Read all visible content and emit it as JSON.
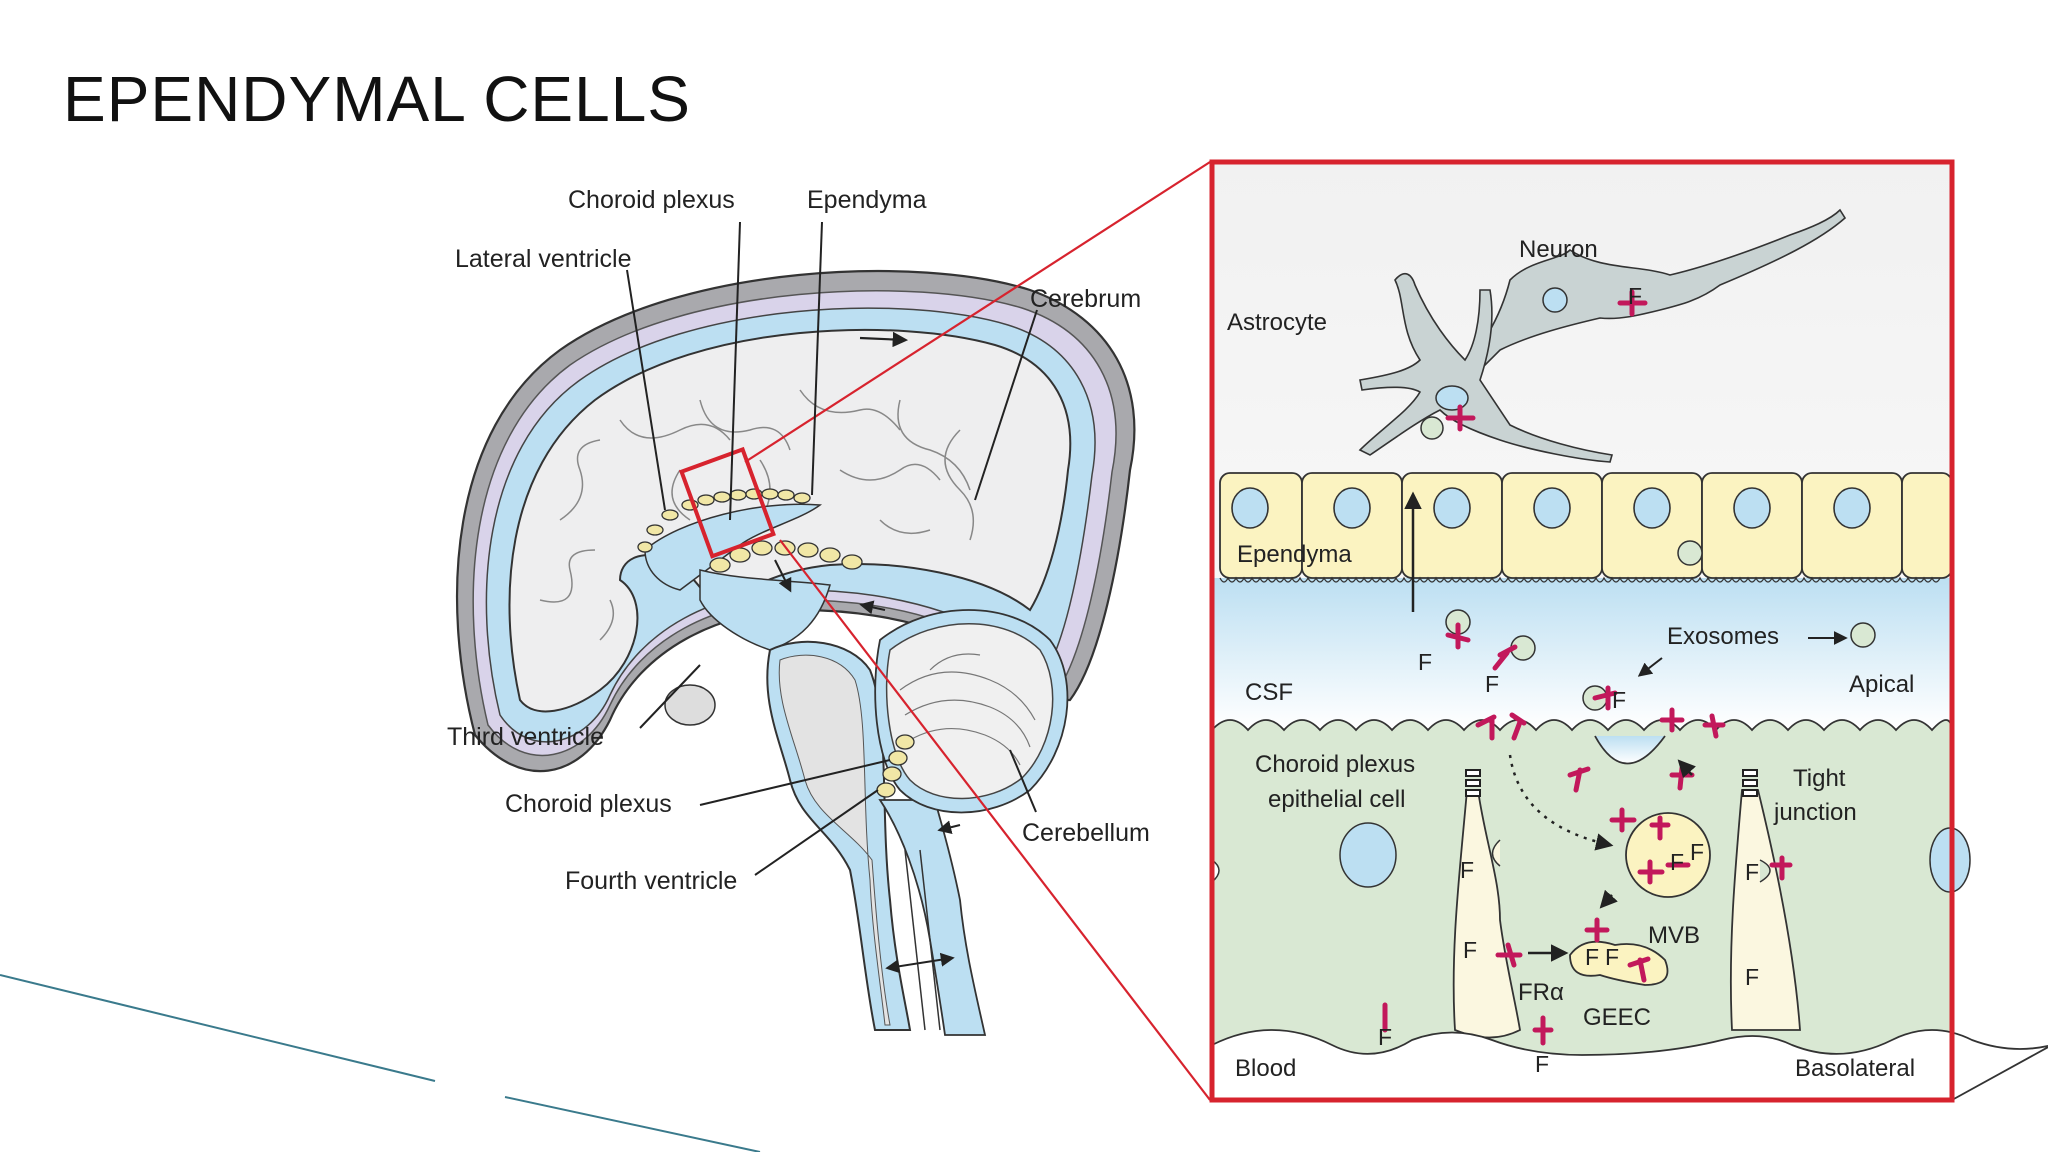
{
  "slide": {
    "title": "EPENDYMAL CELLS"
  },
  "brain_diagram": {
    "labels": {
      "choroid_plexus_top": "Choroid plexus",
      "ependyma": "Ependyma",
      "lateral_ventricle": "Lateral ventricle",
      "cerebrum": "Cerebrum",
      "third_ventricle": "Third ventricle",
      "choroid_plexus_bottom": "Choroid plexus",
      "fourth_ventricle": "Fourth ventricle",
      "cerebellum": "Cerebellum"
    }
  },
  "inset_diagram": {
    "labels": {
      "neuron": "Neuron",
      "astrocyte": "Astrocyte",
      "ependyma": "Ependyma",
      "exosomes": "Exosomes",
      "csf": "CSF",
      "apical": "Apical",
      "choroid_plexus_epithelial_cell_line1": "Choroid plexus",
      "choroid_plexus_epithelial_cell_line2": "epithelial cell",
      "tight_junction_line1": "Tight",
      "tight_junction_line2": "junction",
      "mvb": "MVB",
      "fr_alpha": "FRα",
      "geec": "GEEC",
      "blood": "Blood",
      "basolateral": "Basolateral",
      "folate": "F"
    },
    "colors": {
      "frame": "#d7232e",
      "receptor": "#c2185b",
      "csf_blue": "#bcdff2",
      "epithelium_green": "#d9e8d3",
      "ependyma_yellow": "#fbf3c1",
      "glia_gray": "#c9d3d3"
    }
  }
}
